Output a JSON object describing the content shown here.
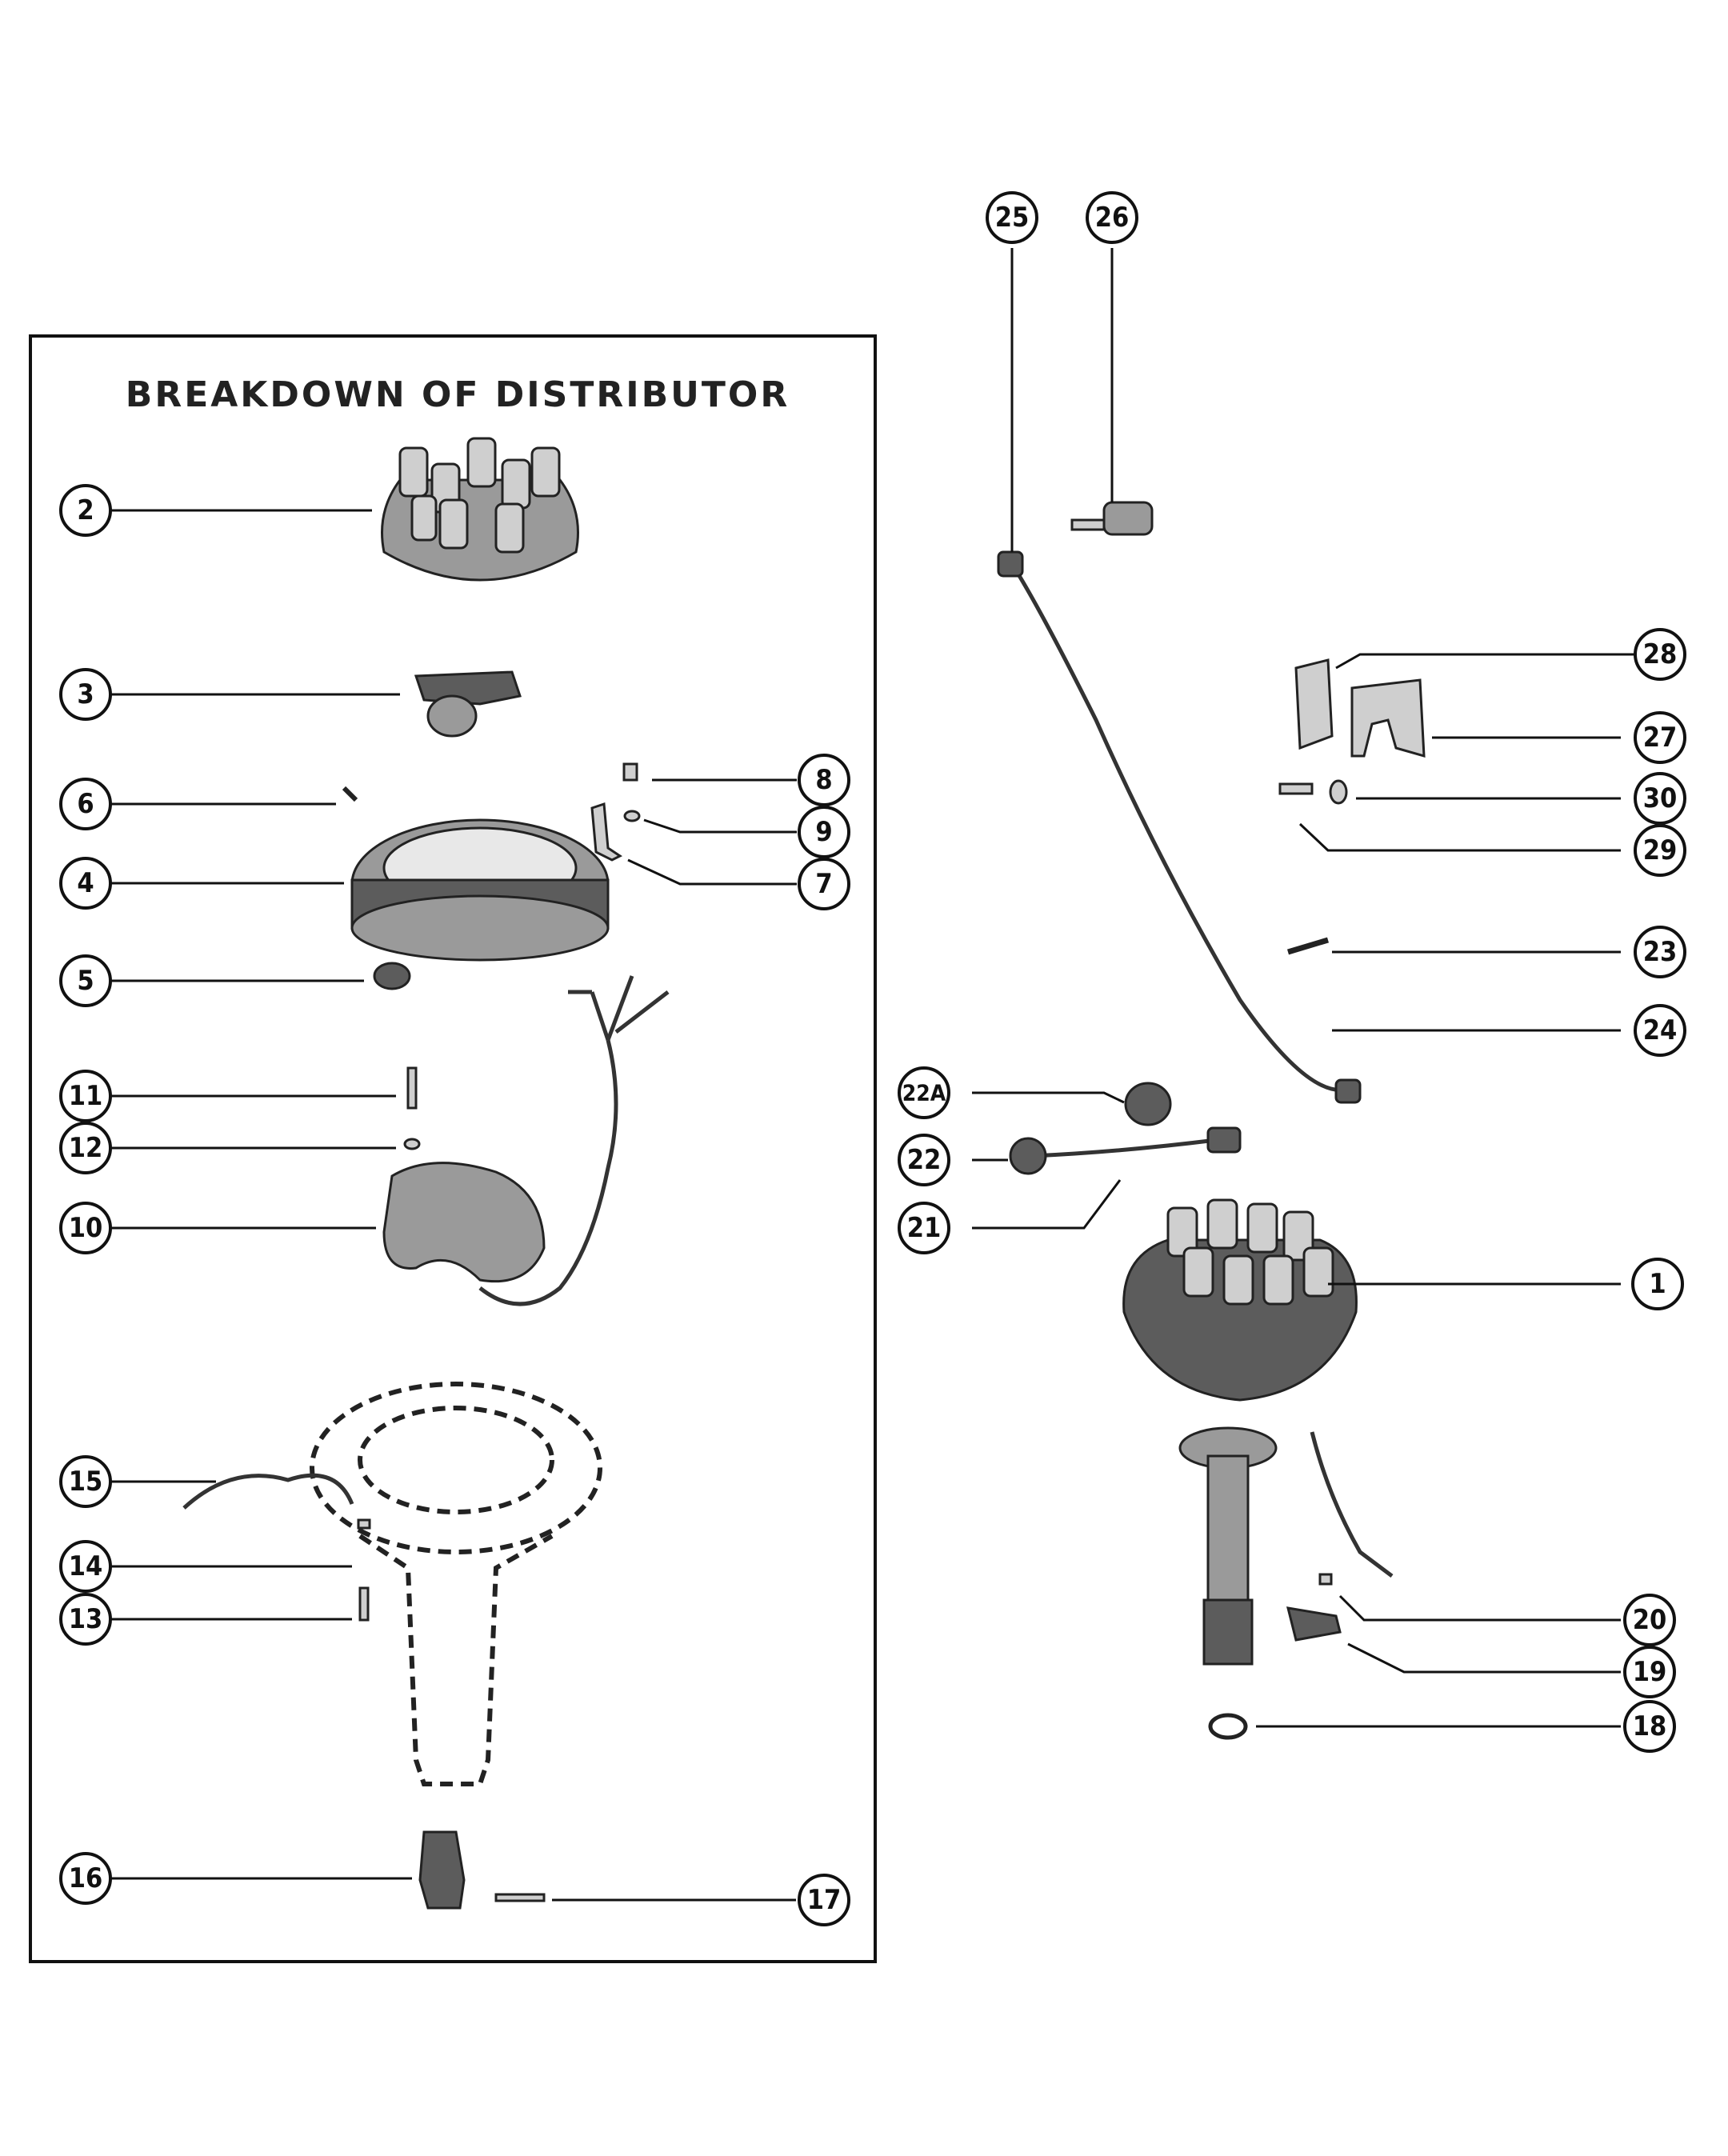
{
  "title": "BREAKDOWN OF DISTRIBUTOR",
  "callouts": {
    "c1": "1",
    "c2": "2",
    "c3": "3",
    "c4": "4",
    "c5": "5",
    "c6": "6",
    "c7": "7",
    "c8": "8",
    "c9": "9",
    "c10": "10",
    "c11": "11",
    "c12": "12",
    "c13": "13",
    "c14": "14",
    "c15": "15",
    "c16": "16",
    "c17": "17",
    "c18": "18",
    "c19": "19",
    "c20": "20",
    "c21": "21",
    "c22": "22",
    "c22a": "22A",
    "c23": "23",
    "c24": "24",
    "c25": "25",
    "c26": "26",
    "c27": "27",
    "c28": "28",
    "c29": "29",
    "c30": "30"
  }
}
